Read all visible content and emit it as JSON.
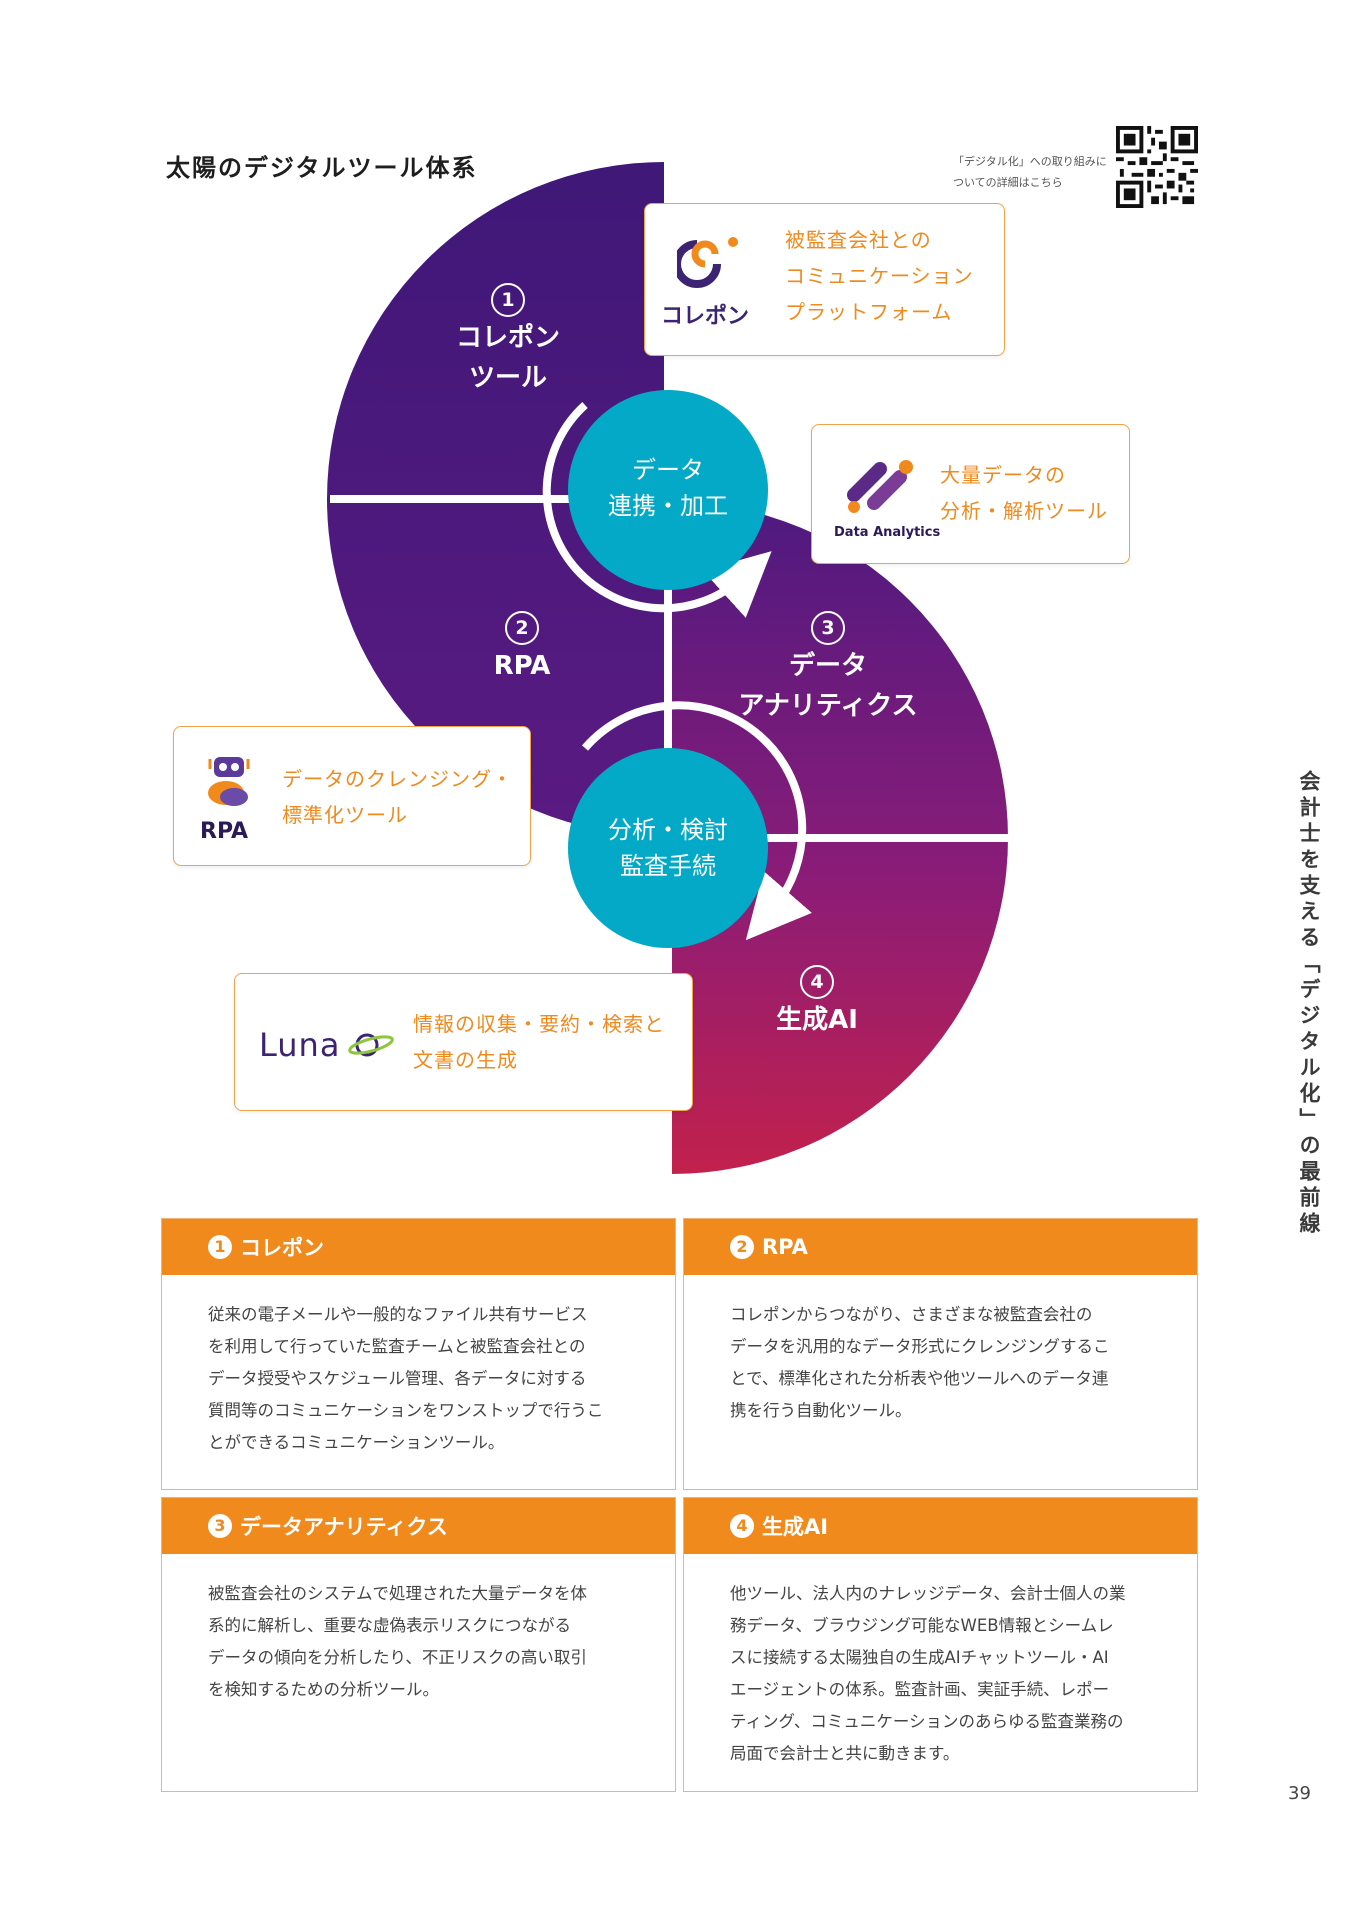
{
  "page": {
    "title": "太陽のデジタルツール体系",
    "qr_note_line1": "「デジタル化」への取り組みに",
    "qr_note_line2": "ついての詳細はこちら",
    "side_text": "会計士を支える「デジタル化」の最前線",
    "page_number": "39"
  },
  "colors": {
    "purple_dark": "#3d1a7a",
    "purple_mid": "#6a1b86",
    "crimson": "#c0204e",
    "teal": "#03a9c6",
    "orange": "#f08a1c"
  },
  "diagram": {
    "sections": [
      {
        "num": "1",
        "label_line1": "コレポン",
        "label_line2": "ツール"
      },
      {
        "num": "2",
        "label_line1": "RPA",
        "label_line2": ""
      },
      {
        "num": "3",
        "label_line1": "データ",
        "label_line2": "アナリティクス"
      },
      {
        "num": "4",
        "label_line1": "生成AI",
        "label_line2": ""
      }
    ],
    "hubs": [
      {
        "line1": "データ",
        "line2": "連携・加工"
      },
      {
        "line1": "分析・検討",
        "line2": "監査手続"
      }
    ],
    "cards": [
      {
        "logo": "コレポン",
        "logo_icon": "correpon-logo-icon",
        "lines": [
          "被監査会社との",
          "コミュニケーション",
          "プラットフォーム"
        ]
      },
      {
        "logo": "Data Analytics",
        "logo_icon": "data-analytics-logo-icon",
        "lines": [
          "大量データの",
          "分析・解析ツール"
        ]
      },
      {
        "logo": "RPA",
        "logo_icon": "robot-logo-icon",
        "lines": [
          "データのクレンジング・",
          "標準化ツール"
        ]
      },
      {
        "logo": "Luna",
        "logo_icon": "planet-logo-icon",
        "lines": [
          "情報の収集・要約・検索と",
          "文書の生成"
        ]
      }
    ]
  },
  "info_boxes": [
    {
      "num": "1",
      "title": "コレポン",
      "lines": [
        "従来の電子メールや一般的なファイル共有サービス",
        "を利用して行っていた監査チームと被監査会社との",
        "データ授受やスケジュール管理、各データに対する",
        "質問等のコミュニケーションをワンストップで行うこ",
        "とができるコミュニケーションツール。"
      ]
    },
    {
      "num": "2",
      "title": "RPA",
      "lines": [
        "コレポンからつながり、さまざまな被監査会社の",
        "データを汎用的なデータ形式にクレンジングするこ",
        "とで、標準化された分析表や他ツールへのデータ連",
        "携を行う自動化ツール。"
      ]
    },
    {
      "num": "3",
      "title": "データアナリティクス",
      "lines": [
        "被監査会社のシステムで処理された大量データを体",
        "系的に解析し、重要な虚偽表示リスクにつながる",
        "データの傾向を分析したり、不正リスクの高い取引",
        "を検知するための分析ツール。"
      ]
    },
    {
      "num": "4",
      "title": "生成AI",
      "lines": [
        "他ツール、法人内のナレッジデータ、会計士個人の業",
        "務データ、ブラウジング可能なWEB情報とシームレ",
        "スに接続する太陽独自の生成AIチャットツール・AI",
        "エージェントの体系。監査計画、実証手続、レポー",
        "ティング、コミュニケーションのあらゆる監査業務の",
        "局面で会計士と共に動きます。"
      ]
    }
  ]
}
